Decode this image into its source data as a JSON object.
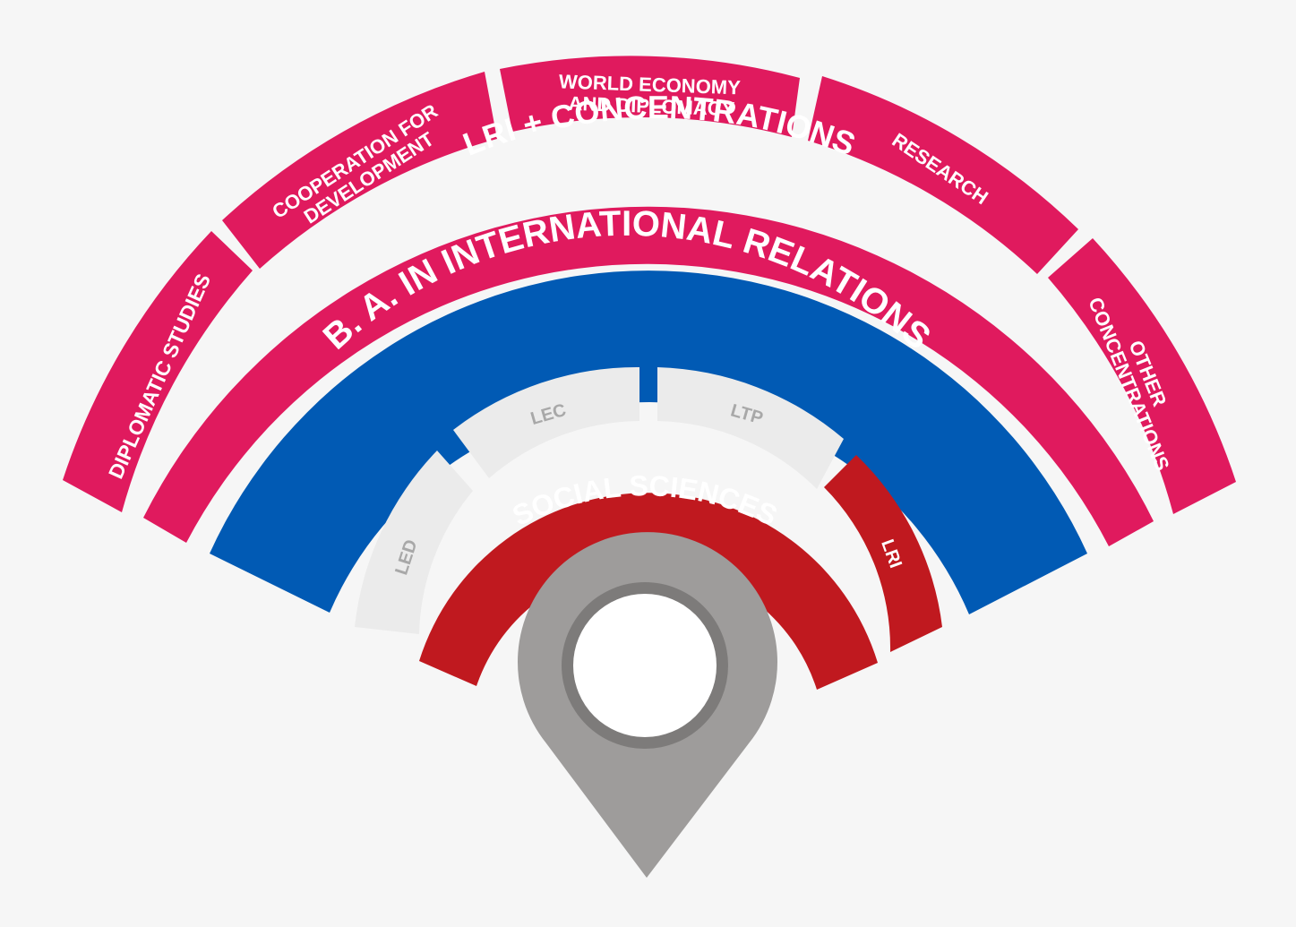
{
  "colors": {
    "background": "#f6f6f6",
    "magenta": "#e01a5e",
    "blue": "#015ab4",
    "red": "#c0191f",
    "light_grey": "#ebebeb",
    "grey_text": "#a8a8a8",
    "pin": "#9e9c9b",
    "pin_ring": "#7d7b7a",
    "white": "#ffffff"
  },
  "outer_segments": [
    {
      "id": "diplomatic-studies",
      "lines": [
        "DIPLOMATIC STUDIES"
      ]
    },
    {
      "id": "cooperation-for-development",
      "lines": [
        "COOPERATION FOR",
        "DEVELOPMENT"
      ]
    },
    {
      "id": "world-economy-and-diplomacy",
      "lines": [
        "WORLD ECONOMY",
        "AND DIPLOMACY"
      ]
    },
    {
      "id": "research",
      "lines": [
        "RESEARCH"
      ]
    },
    {
      "id": "other-concentrations",
      "lines": [
        "OTHER",
        "CONCENTRATIONS"
      ]
    }
  ],
  "lri_band": {
    "label": "LRI + CONCENTRATIONS"
  },
  "ba_band": {
    "label": "B. A. IN INTERNATIONAL RELATIONS"
  },
  "inner_segments": [
    {
      "id": "led",
      "label": "LED"
    },
    {
      "id": "lec",
      "label": "LEC"
    },
    {
      "id": "ltp",
      "label": "LTP"
    },
    {
      "id": "lri",
      "label": "LRI"
    }
  ],
  "social_sciences": {
    "label": "SOCIAL SCIENCES"
  }
}
